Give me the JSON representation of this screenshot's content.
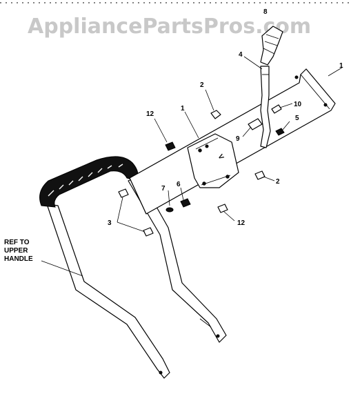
{
  "watermark": "AppliancePartsPros.com",
  "callouts": {
    "c1_top": "1",
    "c1_bracket": "1",
    "c2_top": "2",
    "c2_right": "2",
    "c3": "3",
    "c4": "4",
    "c5": "5",
    "c6": "6",
    "c7": "7",
    "c8": "8",
    "c9": "9",
    "c10": "10",
    "c12_top": "12",
    "c12_bottom": "12"
  },
  "note": {
    "line1": "REF TO",
    "line2": "UPPER",
    "line3": "HANDLE"
  }
}
